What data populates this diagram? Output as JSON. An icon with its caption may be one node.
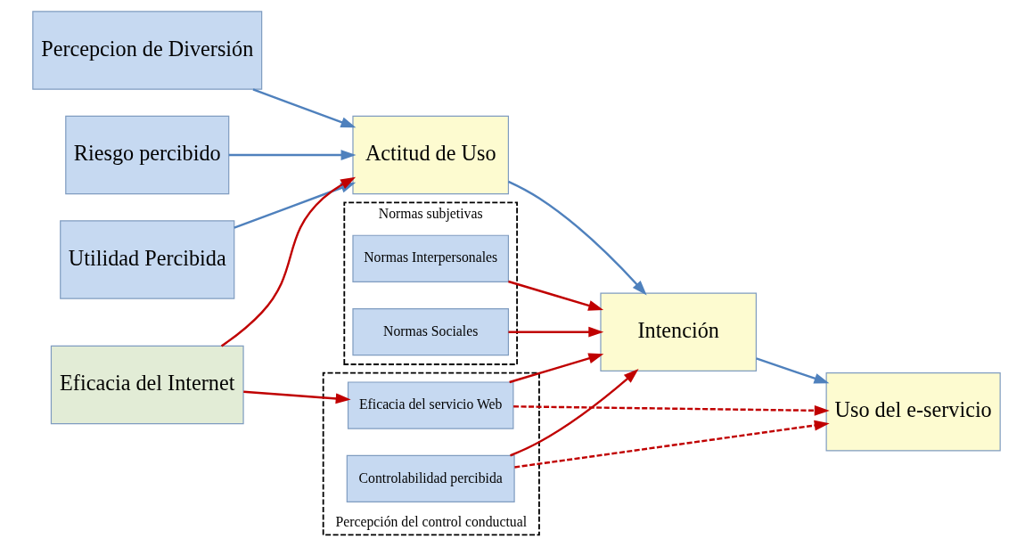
{
  "diagram": {
    "nodes": [
      {
        "text": [
          "Utilidad Percibida"
        ]
      },
      {
        "text": [
          "Percepcion de Diversión"
        ]
      },
      {
        "text": [
          "Riesgo percibido"
        ]
      },
      {
        "text": [
          "Eficacia del Internet"
        ]
      },
      {
        "text": [
          "Normas subjetivas"
        ]
      },
      {
        "text": [
          "Normas Interpersonales"
        ],
        "in": 4
      },
      {
        "text": [
          "Normas Sociales"
        ],
        "in": 4
      },
      {
        "text": [
          "Actitud de Uso"
        ]
      },
      {
        "text": [
          "Intención"
        ]
      },
      {
        "text": [
          "Uso del e-servicio"
        ]
      },
      {
        "text": [
          "Percepción del control conductual"
        ]
      },
      {
        "text": [
          "Eficacia del servicio Web"
        ],
        "in": 10
      },
      {
        "text": [
          "Controlabilidad percibida"
        ],
        "in": 10
      }
    ],
    "edges": [
      {
        "from": 0,
        "to": 7,
        "arrow": "to",
        "color": "#4f81bd"
      },
      {
        "from": 1,
        "to": 7,
        "arrow": "to",
        "color": "#4f81bd"
      },
      {
        "from": 2,
        "to": 7,
        "arrow": "to",
        "color": "#4f81bd"
      },
      {
        "from": 3,
        "to": 7,
        "arrow": "to"
      },
      {
        "from": 3,
        "to": 11,
        "arrow": "to"
      },
      {
        "from": 5,
        "to": 8,
        "arrow": "to"
      },
      {
        "from": 6,
        "to": 8,
        "arrow": "to"
      },
      {
        "from": 7,
        "to": 8,
        "arrow": "to",
        "color": "#4f81bd"
      },
      {
        "from": 8,
        "to": 9,
        "arrow": "to",
        "color": "#4f81bd"
      },
      {
        "from": 11,
        "to": 8,
        "arrow": "to"
      },
      {
        "from": 12,
        "to": 8,
        "arrow": "to"
      },
      {
        "from": 11,
        "to": 9,
        "arrow": "to",
        "style": "dashed"
      },
      {
        "from": 12,
        "to": 9,
        "arrow": "to",
        "style": "dashed"
      }
    ]
  }
}
